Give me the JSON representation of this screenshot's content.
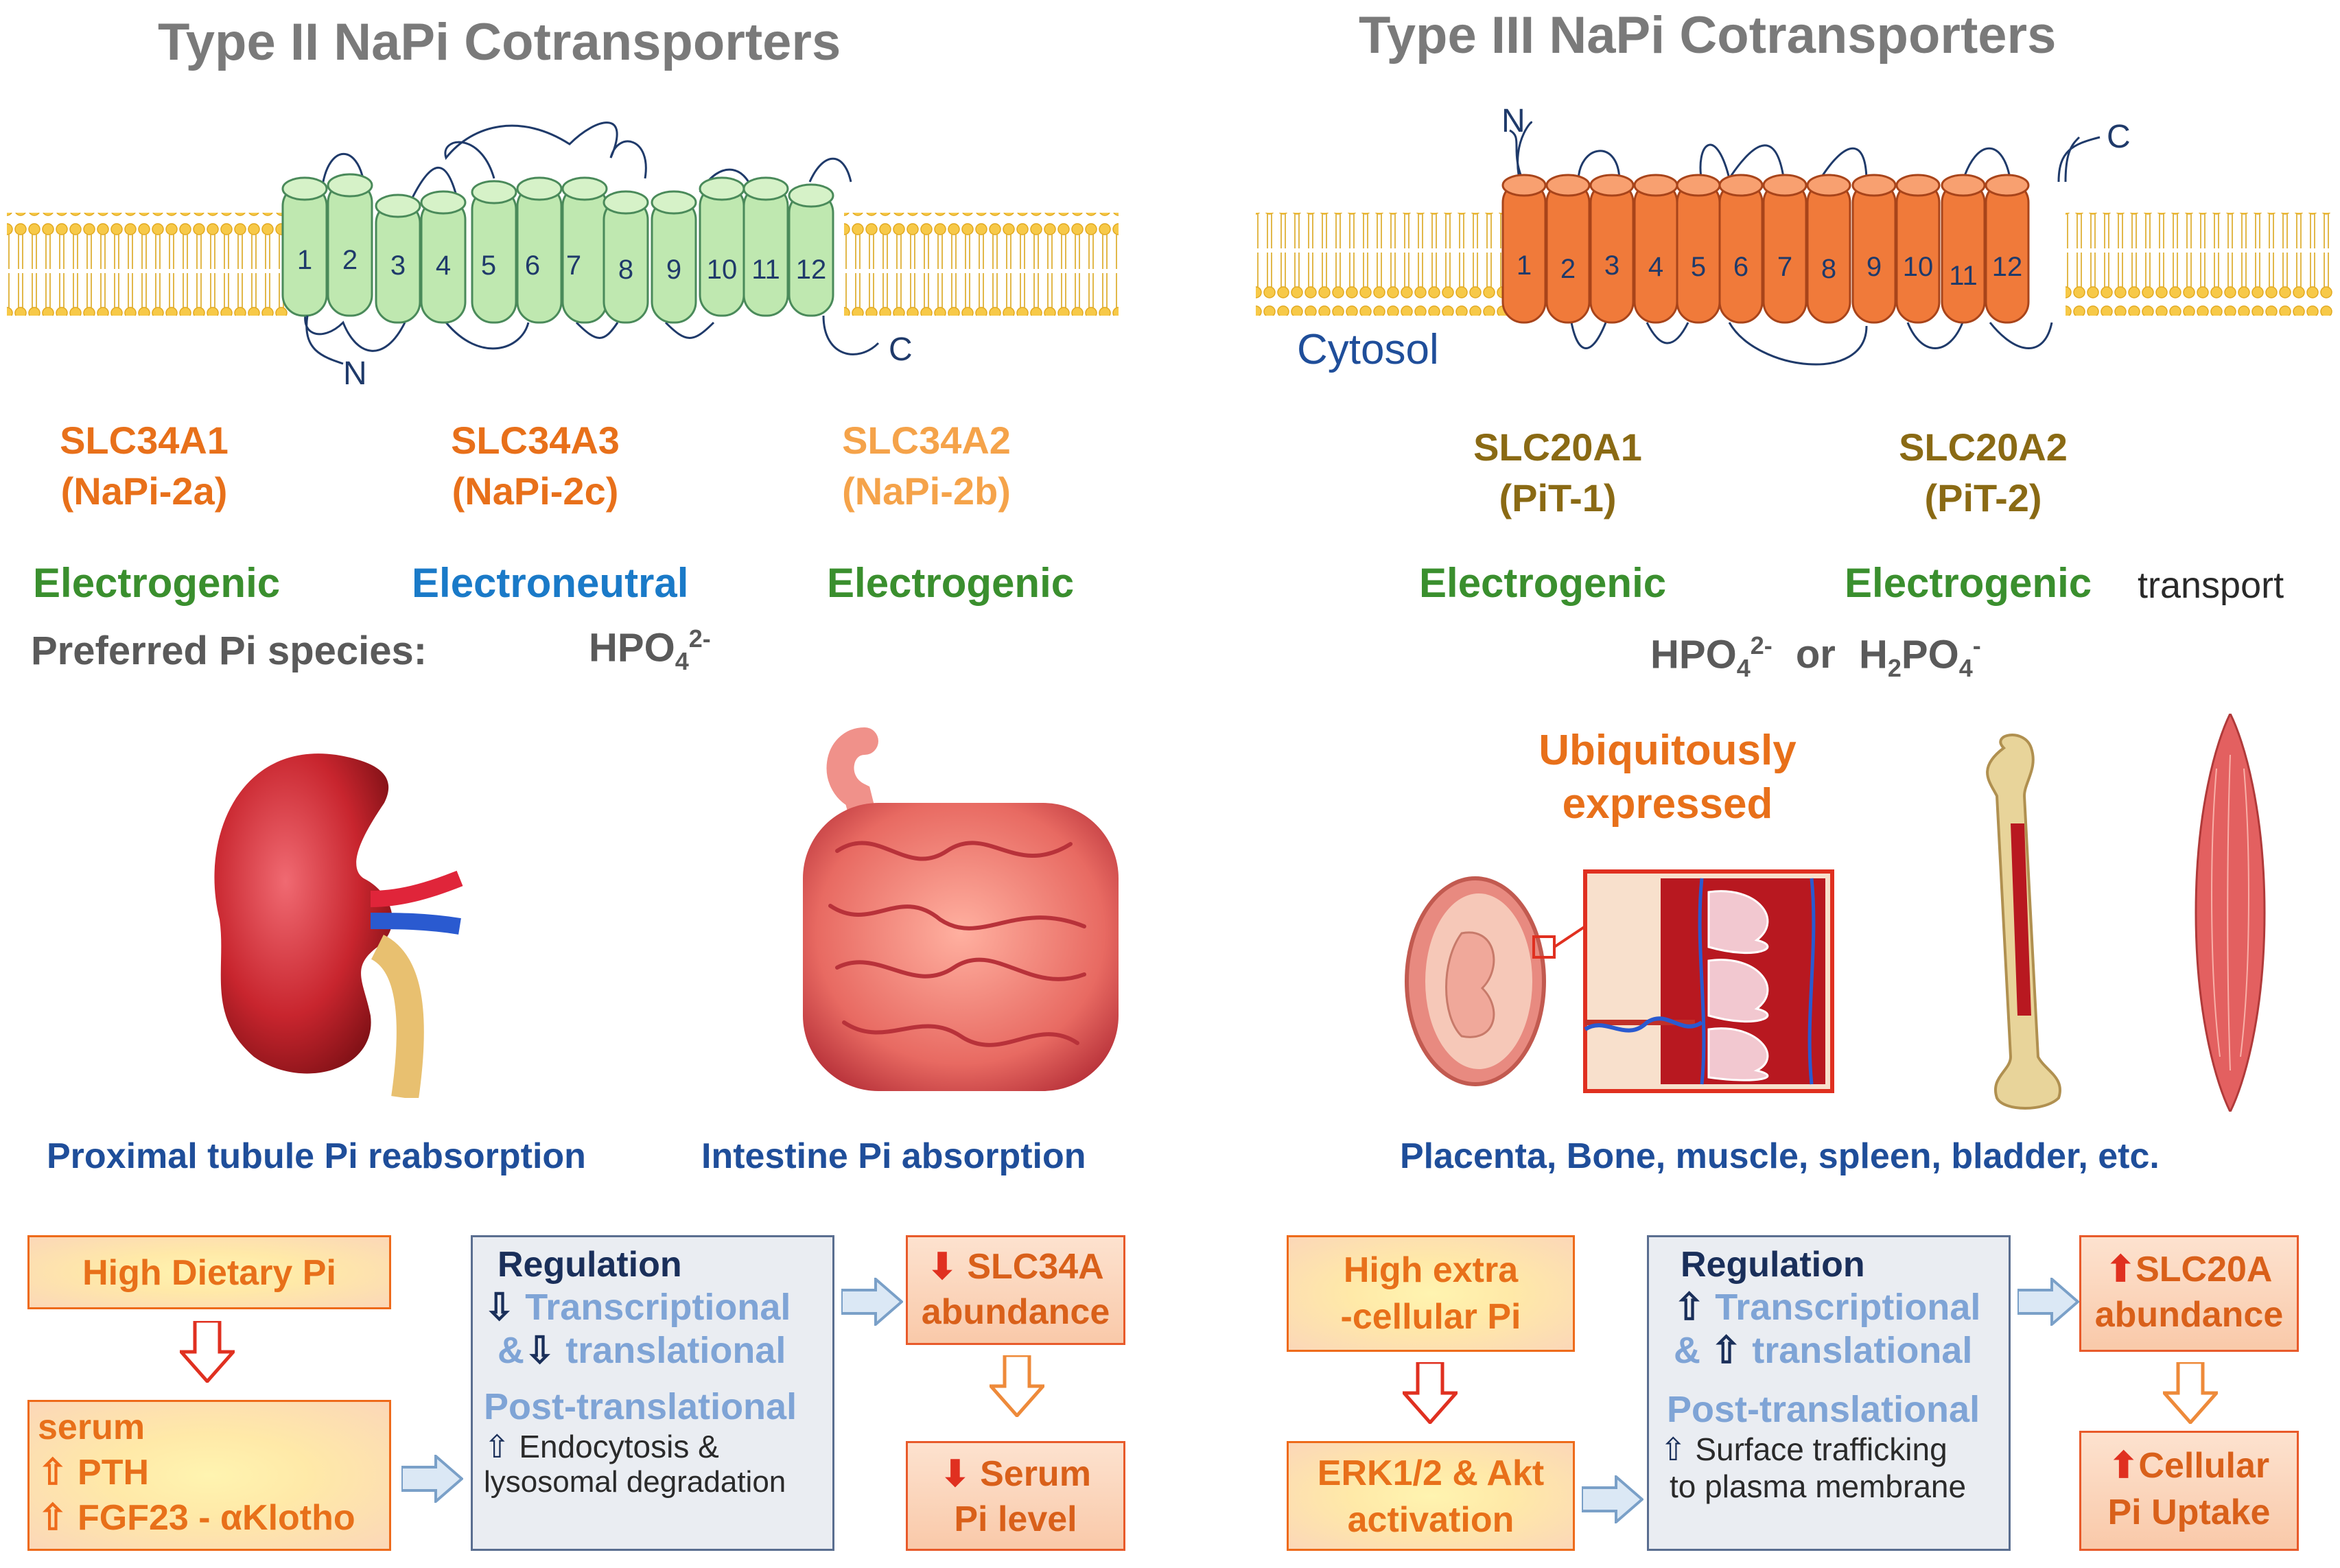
{
  "left": {
    "title": "Type II NaPi Cotransporters",
    "terminal_n": "N",
    "terminal_c": "C",
    "helix_numbers": [
      "1",
      "2",
      "3",
      "4",
      "5",
      "6",
      "7",
      "8",
      "9",
      "10",
      "11",
      "12"
    ],
    "genes": [
      {
        "name": "SLC34A1",
        "alias": "(NaPi-2a)",
        "color": "#e8701a"
      },
      {
        "name": "SLC34A3",
        "alias": "(NaPi-2c)",
        "color": "#e8701a"
      },
      {
        "name": "SLC34A2",
        "alias": "(NaPi-2b)",
        "color": "#f5a34a"
      }
    ],
    "modes": [
      {
        "label": "Electrogenic",
        "color": "#3a8f2e"
      },
      {
        "label": "Electroneutral",
        "color": "#1a7ac8"
      },
      {
        "label": "Electrogenic",
        "color": "#3a8f2e"
      }
    ],
    "species_label": "Preferred Pi species:",
    "species_base": "HPO",
    "species_sub": "4",
    "species_sup": "2-",
    "sites": [
      "Proximal tubule Pi reabsorption",
      "Intestine Pi absorption"
    ],
    "flow": {
      "trigger": "High Dietary Pi",
      "hormones_title": "serum",
      "hormone_1": "PTH",
      "hormone_2": "FGF23 - αKlotho",
      "regulation_title": "Regulation",
      "transcriptional": "Transcriptional",
      "amp": "&",
      "translational": "translational",
      "post_translational": "Post-translational",
      "endocytosis": "Endocytosis &",
      "lysosomal": "lysosomal degradation",
      "result_1a": "SLC34A",
      "result_1b": "abundance",
      "result_2a": "Serum",
      "result_2b": "Pi level"
    }
  },
  "right": {
    "title": "Type III NaPi Cotransporters",
    "terminal_n": "N",
    "terminal_c": "C",
    "cytosol": "Cytosol",
    "helix_numbers": [
      "1",
      "2",
      "3",
      "4",
      "5",
      "6",
      "7",
      "8",
      "9",
      "10",
      "11",
      "12"
    ],
    "genes": [
      {
        "name": "SLC20A1",
        "alias": "(PiT-1)",
        "color": "#8a6a14"
      },
      {
        "name": "SLC20A2",
        "alias": "(PiT-2)",
        "color": "#8a6a14"
      }
    ],
    "modes": [
      {
        "label": "Electrogenic",
        "color": "#3a8f2e"
      },
      {
        "label": "Electrogenic",
        "color": "#3a8f2e"
      }
    ],
    "transport": "transport",
    "species_a": "HPO",
    "species_a_sub": "4",
    "species_a_sup": "2-",
    "species_or": "or",
    "species_b1": "H",
    "species_b1_sub": "2",
    "species_b2": "PO",
    "species_b2_sub": "4",
    "species_b2_sup": "-",
    "ubiquitous_1": "Ubiquitously",
    "ubiquitous_2": "expressed",
    "sites": "Placenta, Bone, muscle, spleen, bladder, etc.",
    "flow": {
      "trigger_1": "High extra",
      "trigger_2": "-cellular Pi",
      "kinase_1": "ERK1/2 & Akt",
      "kinase_2": "activation",
      "regulation_title": "Regulation",
      "transcriptional": "Transcriptional",
      "amp": "&",
      "translational": "translational",
      "post_translational": "Post-translational",
      "surface": "Surface trafficking",
      "plasma": "to plasma membrane",
      "result_1a": "SLC20A",
      "result_1b": "abundance",
      "result_2a": "Cellular",
      "result_2b": "Pi Uptake"
    }
  },
  "colors": {
    "membrane_head": "#f7c948",
    "type2_helix": "#bfe8b0",
    "type2_helix_stroke": "#4a8a5a",
    "type3_helix": "#f07a3a",
    "type3_helix_stroke": "#a8441a",
    "loop": "#1f3a6a"
  }
}
